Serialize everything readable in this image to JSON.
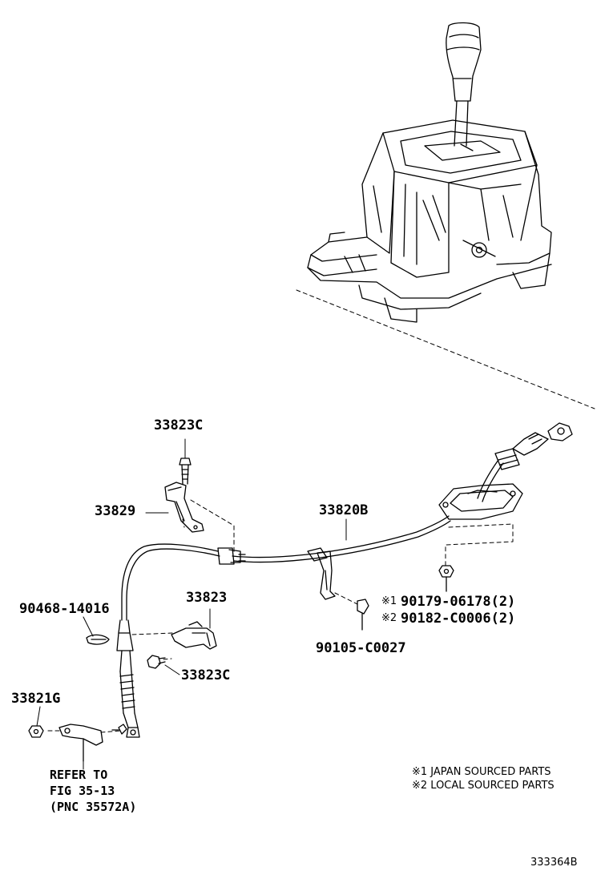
{
  "labels": {
    "bolt_top": "33823C",
    "bracket_upper": "33829",
    "cable": "33820B",
    "clip": "90468-14016",
    "bracket_lower": "33823",
    "bolt_lower": "33823C",
    "nut": "33821G",
    "clip_mid": "90105-C0027",
    "nut_jp": "90179-06178(2)",
    "nut_local": "90182-C0006(2)",
    "refer_1": "REFER TO",
    "refer_2": "FIG 35-13",
    "refer_3": "(PNC 35572A)"
  },
  "marks": {
    "m1": "※1",
    "m2": "※2"
  },
  "legend": {
    "line1": "※1 JAPAN SOURCED PARTS",
    "line2": "※2 LOCAL SOURCED PARTS"
  },
  "diagram_id": "333364B"
}
